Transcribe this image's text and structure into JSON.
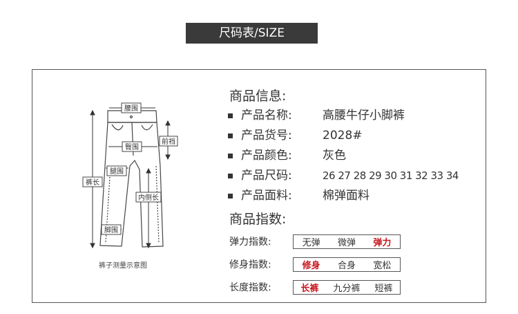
{
  "title": "尺码表/SIZE",
  "diagram": {
    "labels": {
      "waist": "腰围",
      "front_rise": "前裆",
      "hip": "臀围",
      "thigh": "腿围",
      "length": "裤长",
      "inseam": "内侧长",
      "leg_opening": "脚围"
    },
    "caption": "裤子测量示意图"
  },
  "info": {
    "heading": "商品信息:",
    "rows": [
      {
        "label": "产品名称:",
        "value": "高腰牛仔小脚裤"
      },
      {
        "label": "产品货号:",
        "value": "2028#"
      },
      {
        "label": "产品颜色:",
        "value": "灰色"
      },
      {
        "label": "产品尺码:",
        "value": "26 27 28 29 30 31 32 33 34"
      },
      {
        "label": "产品面料:",
        "value": "棉弹面料"
      }
    ]
  },
  "index": {
    "heading": "商品指数:",
    "rows": [
      {
        "label": "弹力指数:",
        "options": [
          "无弹",
          "微弹",
          "弹力"
        ],
        "selected": 2
      },
      {
        "label": "修身指数:",
        "options": [
          "修身",
          "合身",
          "宽松"
        ],
        "selected": 0
      },
      {
        "label": "长度指数:",
        "options": [
          "长裤",
          "九分裤",
          "短裤"
        ],
        "selected": 0
      }
    ]
  },
  "colors": {
    "title_bg": "#3a3a3a",
    "accent_red": "#c8161d",
    "text": "#333333"
  }
}
